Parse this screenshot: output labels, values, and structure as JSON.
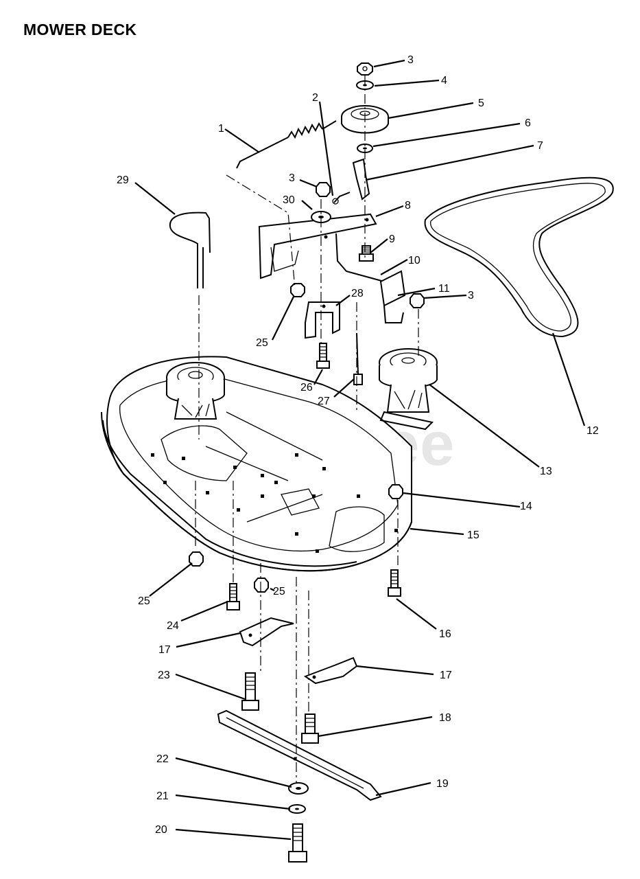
{
  "title": "MOWER DECK",
  "watermark": "PartsTree",
  "callouts": [
    {
      "id": "c-3a",
      "label": "3"
    },
    {
      "id": "c-4",
      "label": "4"
    },
    {
      "id": "c-5",
      "label": "5"
    },
    {
      "id": "c-6",
      "label": "6"
    },
    {
      "id": "c-7",
      "label": "7"
    },
    {
      "id": "c-2",
      "label": "2"
    },
    {
      "id": "c-1",
      "label": "1"
    },
    {
      "id": "c-29",
      "label": "29"
    },
    {
      "id": "c-3b",
      "label": "3"
    },
    {
      "id": "c-30",
      "label": "30"
    },
    {
      "id": "c-8",
      "label": "8"
    },
    {
      "id": "c-9",
      "label": "9"
    },
    {
      "id": "c-10",
      "label": "10"
    },
    {
      "id": "c-11",
      "label": "11"
    },
    {
      "id": "c-3c",
      "label": "3"
    },
    {
      "id": "c-28",
      "label": "28"
    },
    {
      "id": "c-25a",
      "label": "25"
    },
    {
      "id": "c-26",
      "label": "26"
    },
    {
      "id": "c-27",
      "label": "27"
    },
    {
      "id": "c-12",
      "label": "12"
    },
    {
      "id": "c-13",
      "label": "13"
    },
    {
      "id": "c-14",
      "label": "14"
    },
    {
      "id": "c-15",
      "label": "15"
    },
    {
      "id": "c-25b",
      "label": "25"
    },
    {
      "id": "c-25c",
      "label": "25"
    },
    {
      "id": "c-24",
      "label": "24"
    },
    {
      "id": "c-16",
      "label": "16"
    },
    {
      "id": "c-17a",
      "label": "17"
    },
    {
      "id": "c-17b",
      "label": "17"
    },
    {
      "id": "c-23",
      "label": "23"
    },
    {
      "id": "c-18",
      "label": "18"
    },
    {
      "id": "c-22",
      "label": "22"
    },
    {
      "id": "c-19",
      "label": "19"
    },
    {
      "id": "c-21",
      "label": "21"
    },
    {
      "id": "c-20",
      "label": "20"
    }
  ]
}
